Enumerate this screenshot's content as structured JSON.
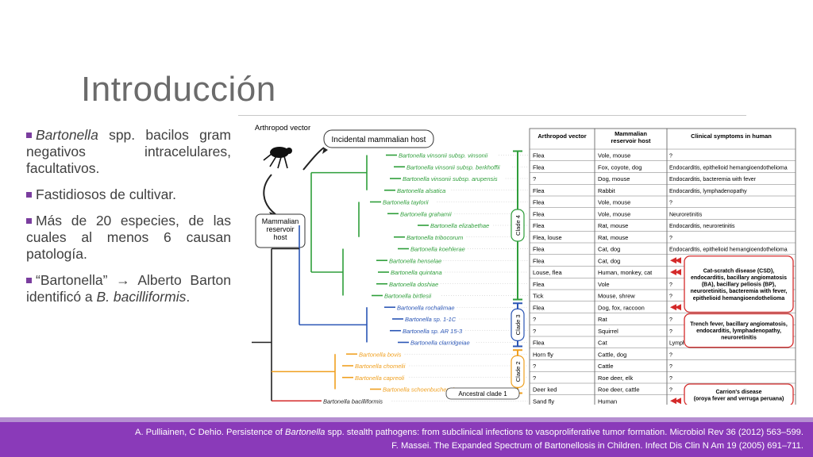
{
  "slide": {
    "title": "Introducción",
    "bullets": [
      {
        "italic": "Bartonella",
        "text": " spp. bacilos gram negativos intracelulares, facultativos."
      },
      {
        "text": "Fastidiosos de cultivar."
      },
      {
        "text": "Más de 20 especies, de las cuales al menos 6 causan patología."
      },
      {
        "pre": "“Bartonella”  →  Alberto Barton identificó a ",
        "italic": "B. bacilliformis",
        "post": "."
      }
    ],
    "references": [
      {
        "pre": "A. Pulliainen, C Dehio. Persistence of ",
        "italic": "Bartonella",
        "post": " spp. stealth pathogens: from subclinical infections to vasoproliferative tumor formation. Microbiol Rev 36 (2012) 563–599."
      },
      {
        "pre": "F. Massei. The Expanded Spectrum of Bartonellosis in Children. Infect Dis Clin N Am 19 (2005) 691–711."
      }
    ]
  },
  "colors": {
    "accent": "#8a3ab9",
    "clade4": "#2e9e3a",
    "clade3": "#2a55b5",
    "clade2": "#f0a020",
    "clade1": "#d42a2a",
    "highlight": "#d42a2a"
  },
  "figure": {
    "arthropod_vector_label": "Arthropod vector",
    "incidental_host_label": "Incidental mammalian host",
    "reservoir_host_label": "Mammalian reservoir host",
    "ancestral_label": "Ancestral clade 1",
    "clade_labels": [
      "Clade 4",
      "Clade 3",
      "Clade 2"
    ],
    "icons": [
      "flea-icon",
      "arrow-cycle-icon"
    ],
    "table_headers": [
      "Arthropod vector",
      "Mammalian reservoir host",
      "Clinical symptoms in human"
    ],
    "rows": [
      {
        "species": "Bartonella vinsonii subsp. vinsonii",
        "clade": 4,
        "vector": "Flea",
        "host": "Vole, mouse",
        "symptoms": "?"
      },
      {
        "species": "Bartonella vinsonii subsp. berkhoffii",
        "clade": 4,
        "vector": "Flea",
        "host": "Fox, coyote, dog",
        "symptoms": "Endocarditis, epithelioid hemangioendothelioma"
      },
      {
        "species": "Bartonella vinsonii subsp. arupensis",
        "clade": 4,
        "vector": "?",
        "host": "Dog, mouse",
        "symptoms": "Endocarditis, bacteremia with fever"
      },
      {
        "species": "Bartonella alsatica",
        "clade": 4,
        "vector": "Flea",
        "host": "Rabbit",
        "symptoms": "Endocarditis, lymphadenopathy"
      },
      {
        "species": "Bartonella taylorii",
        "clade": 4,
        "vector": "Flea",
        "host": "Vole, mouse",
        "symptoms": "?"
      },
      {
        "species": "Bartonella grahamii",
        "clade": 4,
        "vector": "Flea",
        "host": "Vole, mouse",
        "symptoms": "Neuroretinitis"
      },
      {
        "species": "Bartonella elizabethae",
        "clade": 4,
        "vector": "Flea",
        "host": "Rat, mouse",
        "symptoms": "Endocarditis, neuroretinitis"
      },
      {
        "species": "Bartonella tribocorum",
        "clade": 4,
        "vector": "Flea, louse",
        "host": "Rat, mouse",
        "symptoms": "?"
      },
      {
        "species": "Bartonella koehlerae",
        "clade": 4,
        "vector": "Flea",
        "host": "Cat, dog",
        "symptoms": "Endocarditis, epithelioid hemangioendothelioma"
      },
      {
        "species": "Bartonella henselae",
        "clade": 4,
        "vector": "Flea",
        "host": "Cat, dog",
        "symptoms": ""
      },
      {
        "species": "Bartonella quintana",
        "clade": 4,
        "vector": "Louse, flea",
        "host": "Human, monkey, cat",
        "symptoms": ""
      },
      {
        "species": "Bartonella doshiae",
        "clade": 4,
        "vector": "Flea",
        "host": "Vole",
        "symptoms": "?"
      },
      {
        "species": "Bartonella birtlesii",
        "clade": 4,
        "vector": "Tick",
        "host": "Mouse, shrew",
        "symptoms": "?"
      },
      {
        "species": "Bartonella rochalimae",
        "clade": 3,
        "vector": "Flea",
        "host": "Dog, fox, raccoon",
        "symptoms": ""
      },
      {
        "species": "Bartonella sp. 1-1C",
        "clade": 3,
        "vector": "?",
        "host": "Rat",
        "symptoms": "?"
      },
      {
        "species": "Bartonella sp. AR 15-3",
        "clade": 3,
        "vector": "?",
        "host": "Squirrel",
        "symptoms": "?"
      },
      {
        "species": "Bartonella clarridgeiae",
        "clade": 3,
        "vector": "Flea",
        "host": "Cat",
        "symptoms": "Lymphadenopathy"
      },
      {
        "species": "Bartonella bovis",
        "clade": 2,
        "vector": "Horn fly",
        "host": "Cattle, dog",
        "symptoms": "?"
      },
      {
        "species": "Bartonella chomelii",
        "clade": 2,
        "vector": "?",
        "host": "Cattle",
        "symptoms": "?"
      },
      {
        "species": "Bartonella capreoli",
        "clade": 2,
        "vector": "?",
        "host": "Roe deer, elk",
        "symptoms": "?"
      },
      {
        "species": "Bartonella schoenbuchensis",
        "clade": 2,
        "vector": "Deer ked",
        "host": "Roe deer, cattle",
        "symptoms": "?"
      },
      {
        "species": "Bartonella bacilliformis",
        "clade": 1,
        "vector": "Sand fly",
        "host": "Human",
        "symptoms": ""
      }
    ],
    "highlights": [
      {
        "lines": [
          "Cat-scratch disease (CSD),",
          "endocarditis,  bacillary angiomatosis",
          "(BA), bacillary peliosis (BP),",
          "neuroretinitis, bacteremia with fever,",
          "epithelioid hemangioendothelioma"
        ]
      },
      {
        "lines": [
          "Trench fever, bacillary angiomatosis,",
          "endocarditis, lymphadenopathy,",
          "neuroretinitis"
        ]
      },
      {
        "lines": [
          "Carrion's disease",
          "(oroya fever and verruga peruana)"
        ]
      }
    ]
  }
}
